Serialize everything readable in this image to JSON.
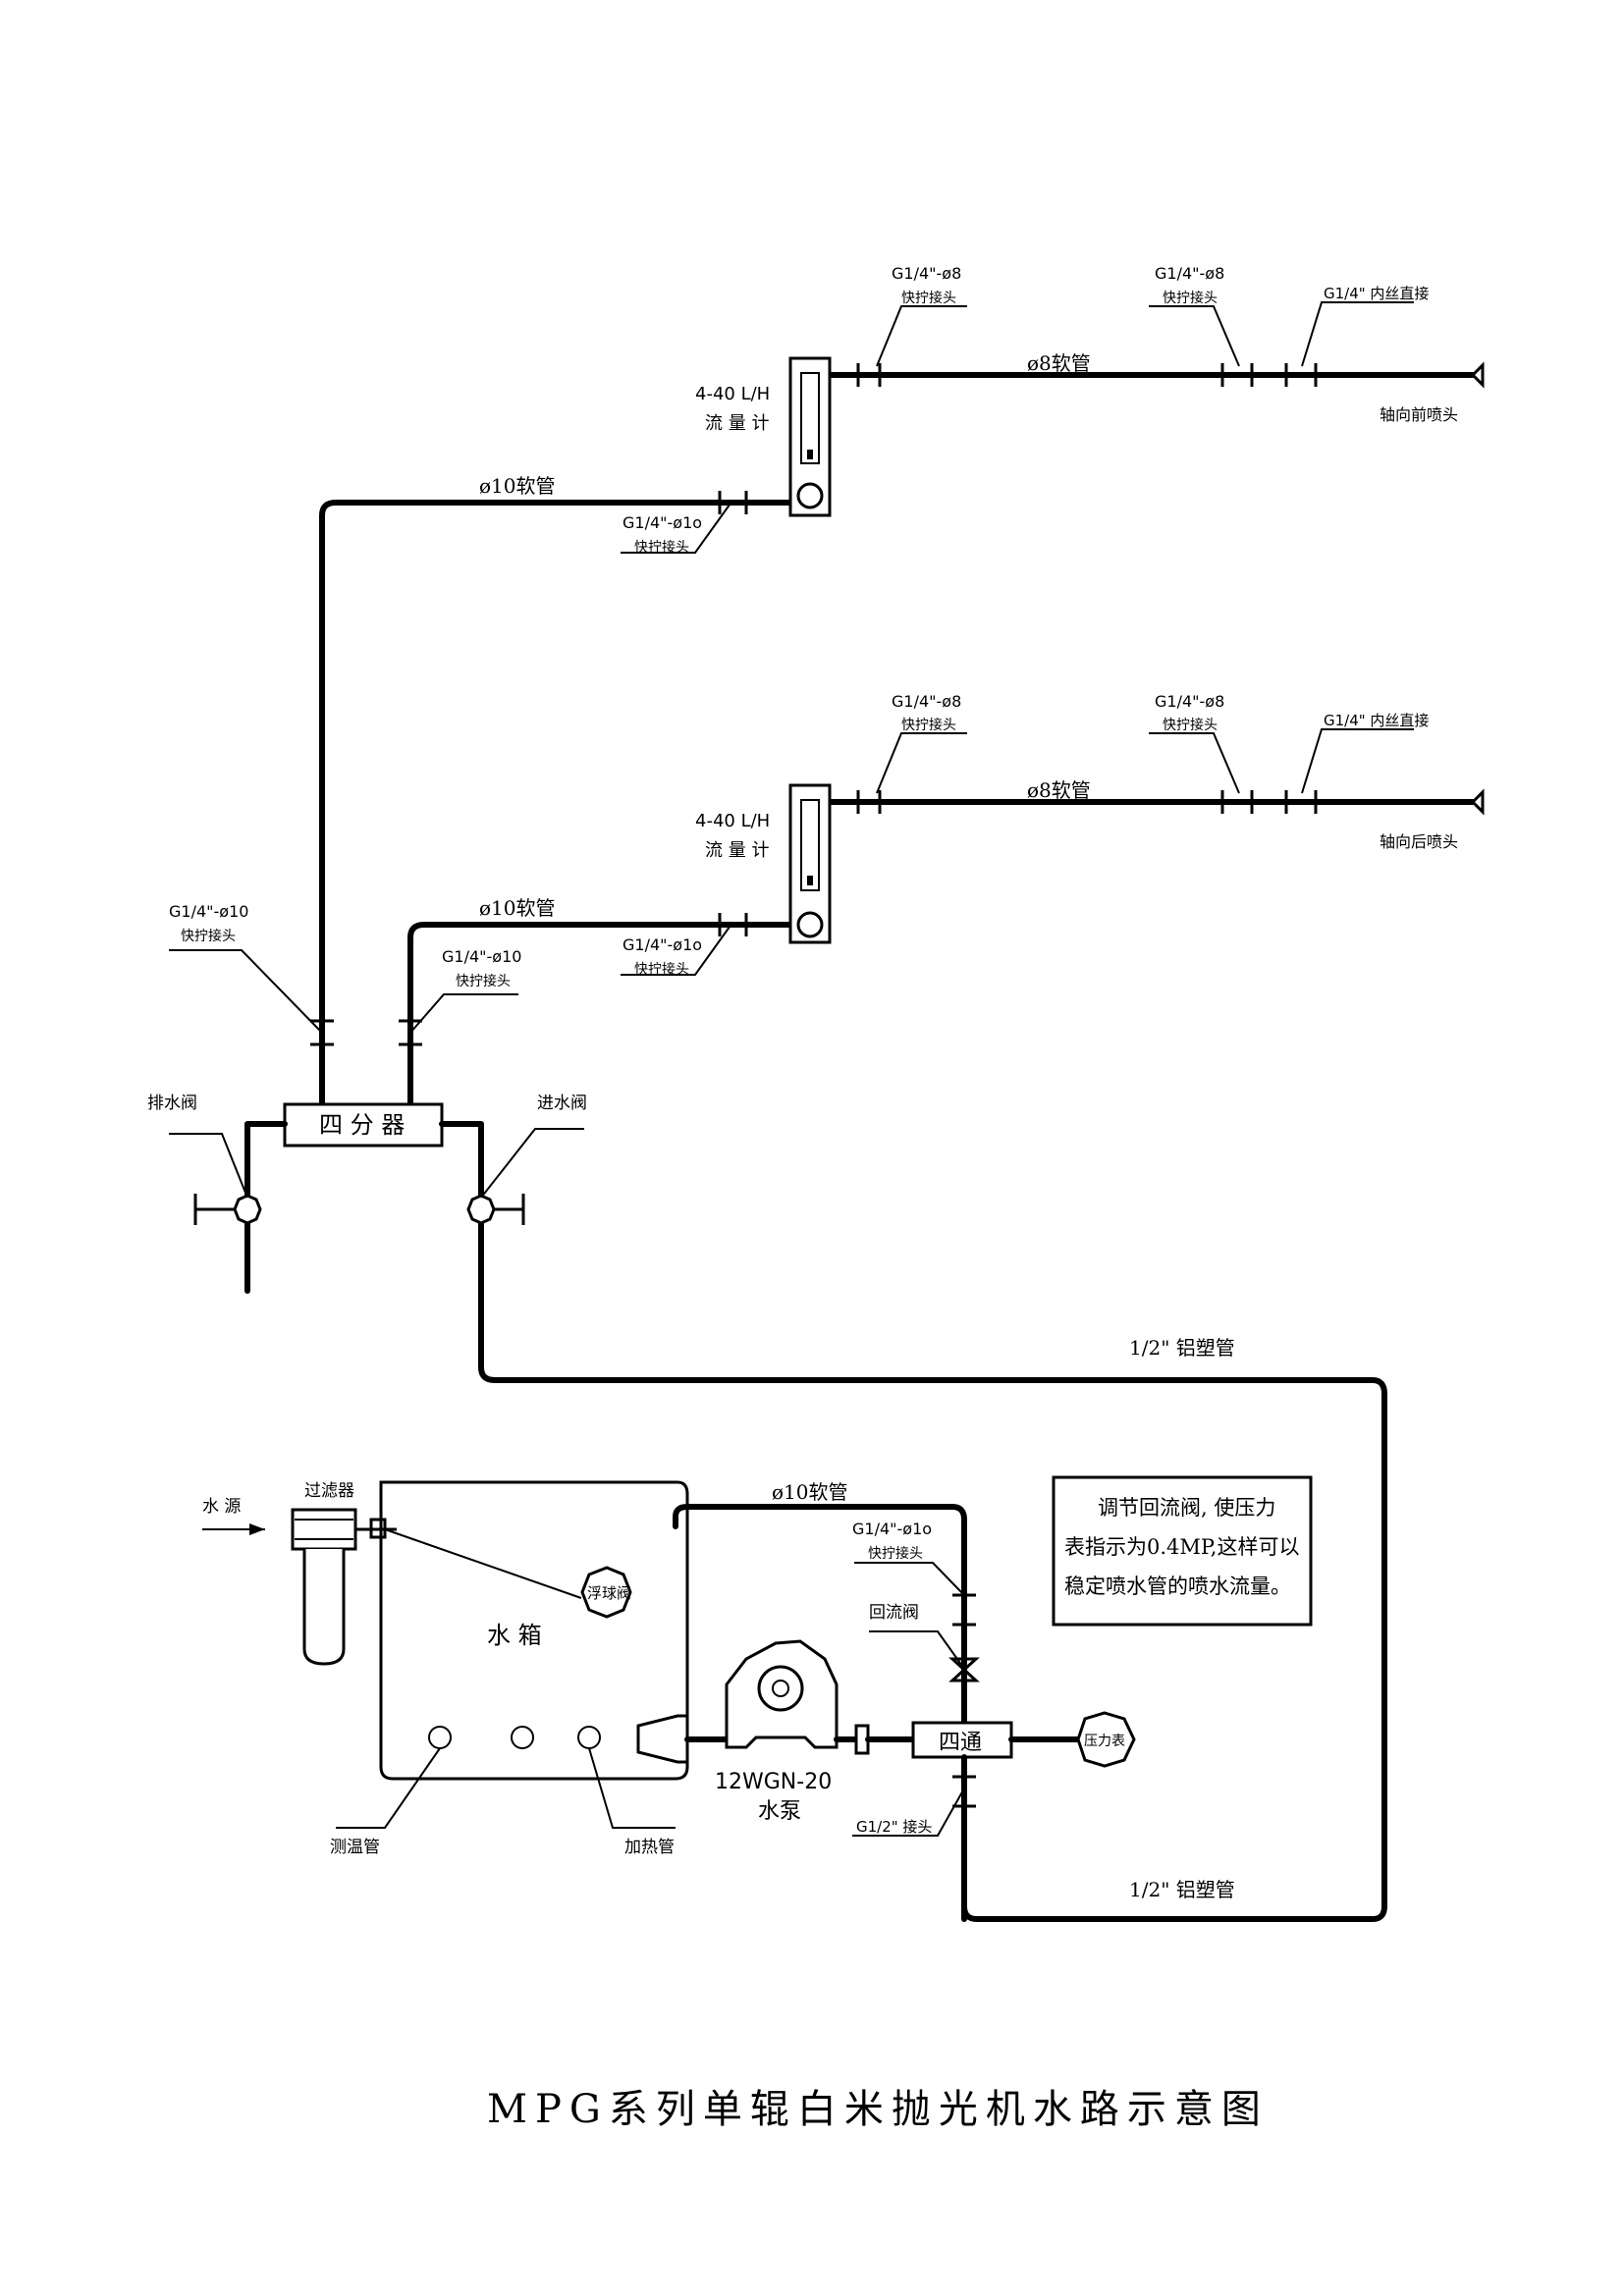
{
  "title": "MPG系列单辊白米抛光机水路示意图",
  "colors": {
    "line": "#000000",
    "background": "#ffffff"
  },
  "labels": {
    "fitting_phi8": "G1/4\"-ø8",
    "fitting_phi10": "G1/4\"-ø10",
    "fitting_phi10_alt": "G1/4\"-ø1o",
    "quick_connector": "快拧接头",
    "inner_thread": "G1/4\" 内丝直接",
    "hose_phi8": "ø8软管",
    "hose_phi10": "ø10软管",
    "flowmeter_range": "4-40 L/H",
    "flowmeter_name": "流 量 计",
    "front_nozzle": "轴向前喷头",
    "rear_nozzle": "轴向后喷头",
    "manifold": "四 分 器",
    "drain_valve": "排水阀",
    "inlet_valve": "进水阀",
    "alu_pipe": "1/2\" 铝塑管",
    "water_source": "水 源",
    "filter": "过滤器",
    "float_valve": "浮球阀",
    "tank": "水 箱",
    "temp_pipe": "测温管",
    "heater_pipe": "加热管",
    "pump_model": "12WGN-20",
    "pump_name": "水泵",
    "four_way": "四通",
    "pressure_gauge": "压力表",
    "return_valve": "回流阀",
    "g12_connector": "G1/2\" 接头",
    "note_line1": "调节回流阀, 使压力",
    "note_line2": "表指示为0.4MP,这样可以",
    "note_line3": "稳定喷水管的喷水流量。"
  }
}
